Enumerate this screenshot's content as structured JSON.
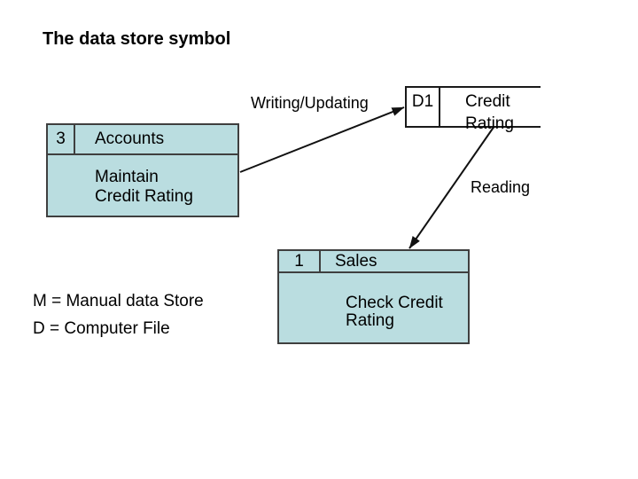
{
  "slide": {
    "title": "The data store symbol",
    "legend": {
      "line1": "M = Manual data Store",
      "line2": "D = Computer File"
    }
  },
  "diagram": {
    "processes": [
      {
        "id": "3",
        "name": "Accounts",
        "description": "Maintain\nCredit Rating"
      },
      {
        "id": "1",
        "name": "Sales",
        "description": "Check Credit\nRating"
      }
    ],
    "data_store": {
      "id": "D1",
      "name": "Credit\nRating"
    },
    "flows": [
      {
        "label": "Writing/Updating",
        "from": "Accounts",
        "to": "D1"
      },
      {
        "label": "Reading",
        "from": "D1",
        "to": "Sales"
      }
    ]
  },
  "colors": {
    "process_fill": "#badde0",
    "shape_border": "#3f3f3f",
    "datastore_border": "#1a1a1a",
    "arrow": "#111111",
    "text": "#000000",
    "background": "#ffffff"
  }
}
